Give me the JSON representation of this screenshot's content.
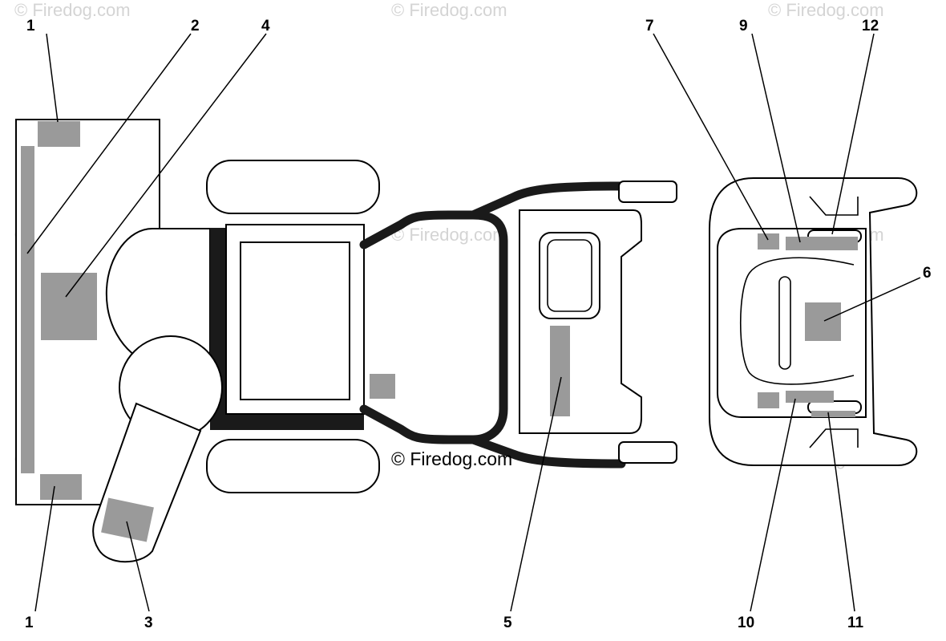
{
  "callouts": {
    "c1_top": "1",
    "c2": "2",
    "c4": "4",
    "c7": "7",
    "c9": "9",
    "c12": "12",
    "c6": "6",
    "c1_bottom": "1",
    "c3": "3",
    "c5": "5",
    "c10": "10",
    "c11": "11"
  },
  "watermark": {
    "text": "© Firedog.com",
    "faint_text": "© Firedog.com"
  },
  "colors": {
    "decal": "#9a9a9a",
    "frame": "#1a1a1a",
    "watermark": "#d4d4d4"
  }
}
